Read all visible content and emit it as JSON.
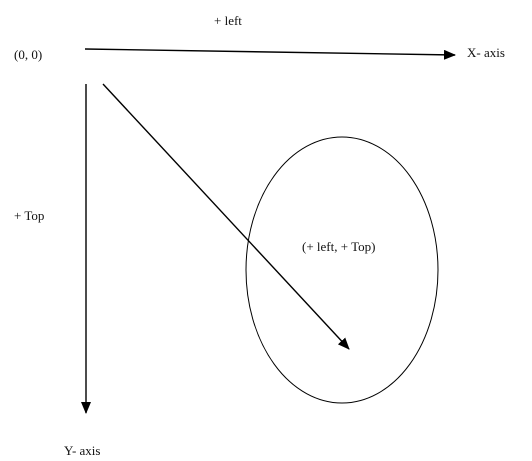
{
  "labels": {
    "left_axis_label": "+ left",
    "origin": "(0, 0)",
    "x_axis": "X- axis",
    "top_axis_label": "+ Top",
    "point": "(+ left, + Top)",
    "y_axis": "Y- axis"
  },
  "colors": {
    "stroke": "#000000",
    "text": "#111111",
    "background": "#ffffff"
  }
}
